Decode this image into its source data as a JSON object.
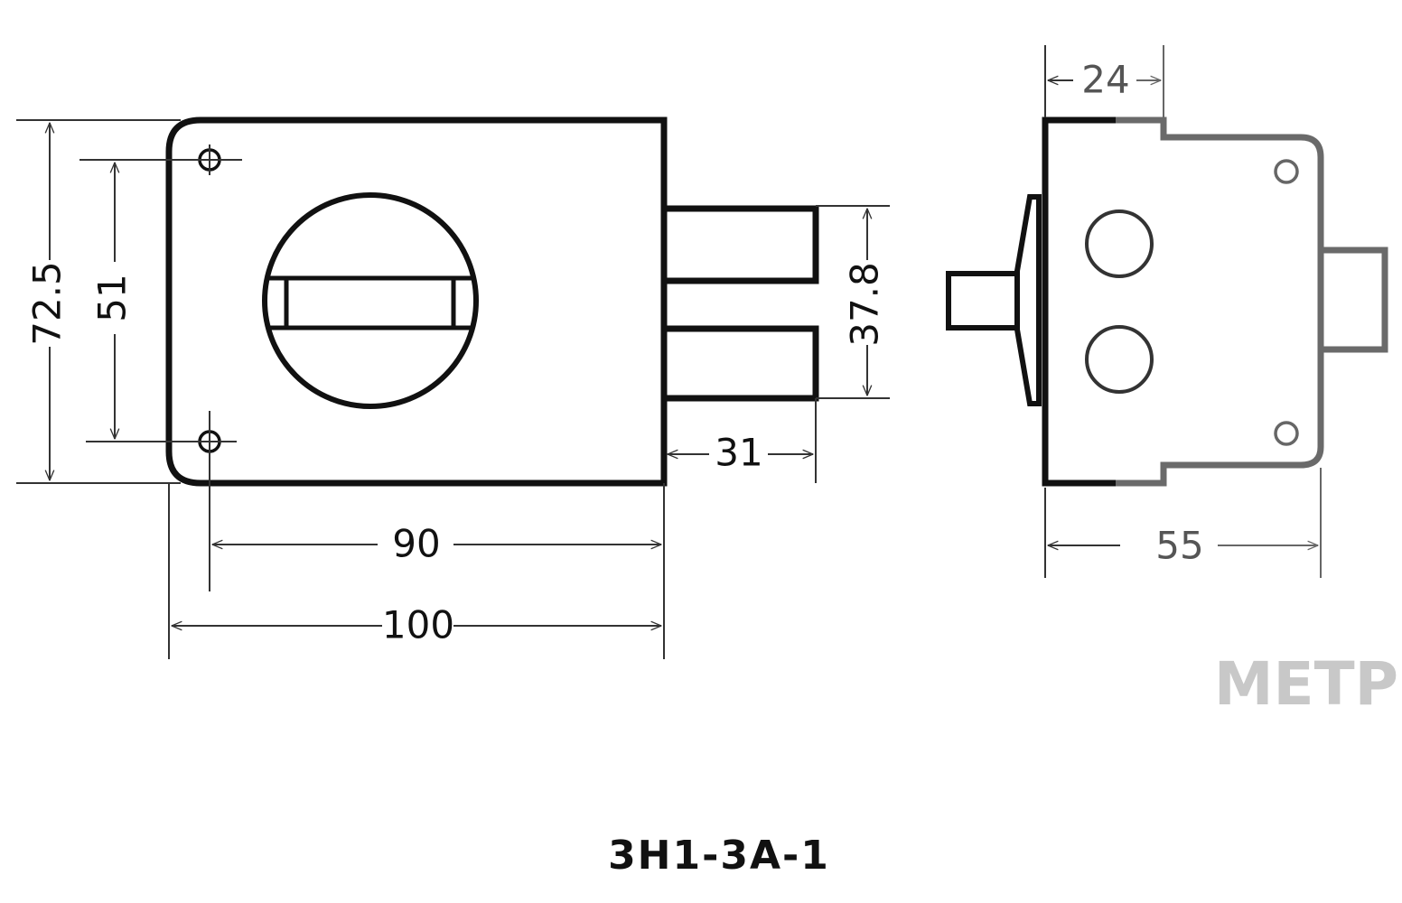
{
  "front_view": {
    "dimensions": {
      "overall_height": "72.5",
      "hole_spacing": "51",
      "bolt_spacing": "37.8",
      "bolt_projection": "31",
      "hole_to_edge": "90",
      "overall_width": "100"
    }
  },
  "side_view": {
    "dimensions": {
      "step_depth": "24",
      "overall_depth": "55"
    }
  },
  "model_code": "3H1-3A-1",
  "watermark": "METP"
}
